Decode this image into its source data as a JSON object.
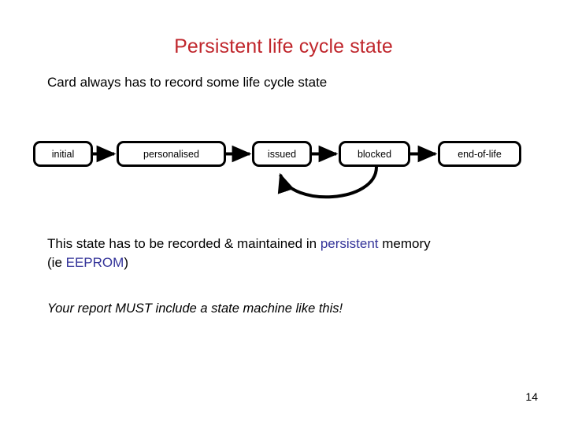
{
  "slide": {
    "title": "Persistent life cycle state",
    "lead_line": "Card always has to record some life cycle state",
    "page_number": "14",
    "background_color": "#ffffff",
    "title_color": "#c0272d",
    "highlight_color": "#333399",
    "diagram_color": "#000000"
  },
  "state_machine": {
    "states": [
      {
        "id": "initial",
        "label": "initial"
      },
      {
        "id": "personalised",
        "label": "personalised"
      },
      {
        "id": "issued",
        "label": "issued"
      },
      {
        "id": "blocked",
        "label": "blocked"
      },
      {
        "id": "end-of-life",
        "label": "end-of-life"
      }
    ],
    "transitions": [
      {
        "from": "initial",
        "to": "personalised",
        "style": "straight"
      },
      {
        "from": "personalised",
        "to": "issued",
        "style": "straight"
      },
      {
        "from": "issued",
        "to": "blocked",
        "style": "straight"
      },
      {
        "from": "blocked",
        "to": "end-of-life",
        "style": "straight"
      },
      {
        "from": "blocked",
        "to": "issued",
        "style": "curved-below"
      }
    ]
  },
  "body": {
    "line1_part1": "This state has to be recorded & maintained in ",
    "line1_highlight": "persistent",
    "line1_part2": " memory",
    "line2_part1": "(ie ",
    "line2_highlight": "EEPROM",
    "line2_part2": ")",
    "emphasis": "Your report MUST include a state machine like this!"
  }
}
